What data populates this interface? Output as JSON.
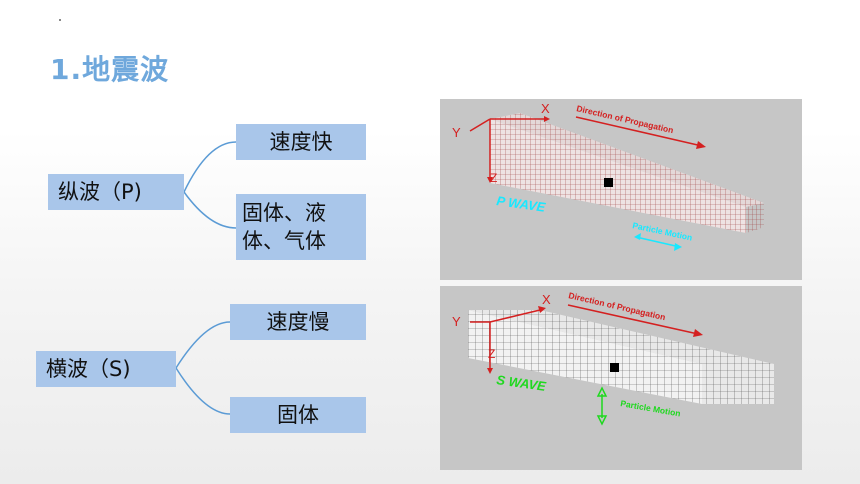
{
  "page": {
    "title": "1.地震波"
  },
  "p_wave": {
    "label": "纵波（P)",
    "speed": "速度快",
    "media": "固体、液\n体、气体"
  },
  "s_wave": {
    "label": "横波（S)",
    "speed": "速度慢",
    "media": "固体"
  },
  "figure_top": {
    "axis_x": "X",
    "axis_y": "Y",
    "axis_z": "Z",
    "direction": "Direction of Propagation",
    "wave_name": "P WAVE",
    "motion": "Particle Motion",
    "grid_color": "#a24848",
    "wave_color": "#19e8ff",
    "accent_color": "#d42020"
  },
  "figure_bottom": {
    "axis_x": "X",
    "axis_y": "Y",
    "axis_z": "Z",
    "direction": "Direction of Propagation",
    "wave_name": "S WAVE",
    "motion": "Particle Motion",
    "grid_color": "#555555",
    "wave_color": "#1fd81f",
    "accent_color": "#d42020"
  },
  "colors": {
    "box": "#a9c6ea",
    "connector": "#5b9bd5",
    "title": "#6fa8dc"
  }
}
